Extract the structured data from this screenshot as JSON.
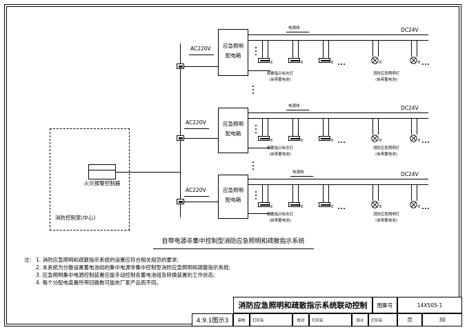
{
  "sheet": {
    "caption": "自带电源非集中控制型消防应急照明和疏散指示系统"
  },
  "control_room": {
    "room_label": "消防控制室(中心)",
    "controller_label": "火灾报警控制器"
  },
  "branches": [
    {
      "supply_label": "AC220V",
      "box_line1": "应急照明",
      "box_line2": "配电箱",
      "bus_label": "电源线",
      "voltage_label": "DC24V",
      "exit_lamp_label_line1": "疏散指示标志灯",
      "exit_lamp_label_line2": "(自带蓄电池)",
      "emg_lamp_label_line1": "消防应急照明灯",
      "emg_lamp_label_line2": "(自带蓄电池)",
      "terminal_mark": "E"
    },
    {
      "supply_label": "AC220V",
      "box_line1": "应急照明",
      "box_line2": "配电箱",
      "bus_label": "电源线",
      "voltage_label": "DC24V",
      "exit_lamp_label_line1": "疏散指示标志灯",
      "exit_lamp_label_line2": "(自带蓄电池)",
      "emg_lamp_label_line1": "消防应急照明灯",
      "emg_lamp_label_line2": "(自带蓄电池)",
      "terminal_mark": "E"
    },
    {
      "supply_label": "AC220V",
      "box_line1": "应急照明",
      "box_line2": "配电箱",
      "bus_label": "电源线",
      "voltage_label": "DC24V",
      "exit_lamp_label_line1": "疏散指示标志灯",
      "exit_lamp_label_line2": "(自带蓄电池)",
      "emg_lamp_label_line1": "消防应急照明灯",
      "emg_lamp_label_line2": "(自带蓄电池)",
      "terminal_mark": "E"
    }
  ],
  "notes": {
    "prefix": "注:",
    "items": [
      "1. 消防应急照明和疏散指示系统的设置应符合相关规范的要求;",
      "2. 本系统为分散设置蓄电池组的集中电源非集中控制型消防应急照明和疏散指示系统;",
      "3. 应急照明集中电源控制装置应能手动控制各蓄电池组及转换装置的工作状态;",
      "4. 每个分配电装置所带回路数可能依厂家产品而不同。"
    ]
  },
  "title_block": {
    "figure_no": "4.9.1图示3",
    "title": "消防应急照明和疏散指示系统联动控制",
    "atlas_no_label": "图集号",
    "atlas_no_value": "14X505-1",
    "page_label": "页",
    "page_value": "30",
    "review_label": "审核",
    "review_value": "打印名",
    "check_label": "校对",
    "check_value": "打印名",
    "design_label": "设计",
    "design_value": "打印名"
  }
}
